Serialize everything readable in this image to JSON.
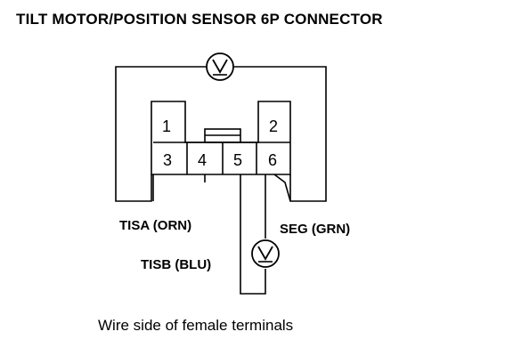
{
  "title": "TILT MOTOR/POSITION SENSOR 6P CONNECTOR",
  "terminals": [
    "1",
    "2",
    "3",
    "4",
    "5",
    "6"
  ],
  "labels": {
    "tisa": "TISA (ORN)",
    "seg": "SEG (GRN)",
    "tisb": "TISB (BLU)"
  },
  "meter_symbol": "V",
  "caption": "Wire side of female terminals",
  "icons": {
    "voltmeter": "voltmeter-icon"
  }
}
